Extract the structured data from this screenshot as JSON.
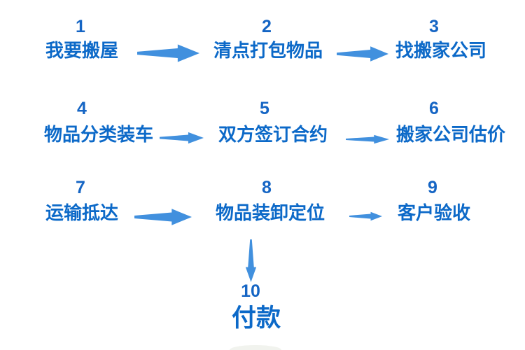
{
  "colors": {
    "background": "#ffffff",
    "number": "#1565c4",
    "label": "#0c69c8",
    "arrow": "#4190de"
  },
  "steps": [
    {
      "num": "1",
      "label": "我要搬屋"
    },
    {
      "num": "2",
      "label": "清点打包物品"
    },
    {
      "num": "3",
      "label": "找搬家公司"
    },
    {
      "num": "4",
      "label": "物品分类装车"
    },
    {
      "num": "5",
      "label": "双方签订合约"
    },
    {
      "num": "6",
      "label": "搬家公司估价"
    },
    {
      "num": "7",
      "label": "运输抵达"
    },
    {
      "num": "8",
      "label": "物品装卸定位"
    },
    {
      "num": "9",
      "label": "客户验收"
    },
    {
      "num": "10",
      "label": "付款"
    }
  ]
}
